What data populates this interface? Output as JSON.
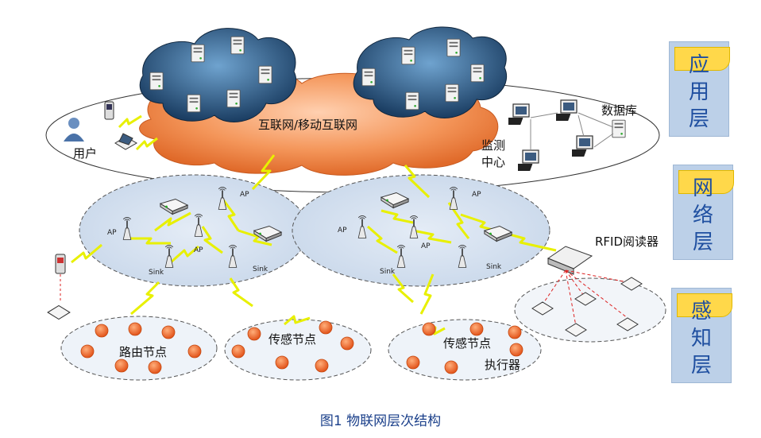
{
  "labels": {
    "internet": "互联网/移动互联网",
    "user": "用户",
    "database": "数据库",
    "monitor_line1": "监测",
    "monitor_line2": "中心",
    "rfid": "RFID阅读器",
    "route_node": "路由节点",
    "sensor_node_1": "传感节点",
    "sensor_node_2": "传感节点",
    "actuator": "执行器",
    "ap": "AP",
    "sink": "Sink"
  },
  "layers": [
    {
      "chars": [
        "应",
        "用",
        "层"
      ]
    },
    {
      "chars": [
        "网",
        "络",
        "层"
      ]
    },
    {
      "chars": [
        "感",
        "知",
        "层"
      ]
    }
  ],
  "caption": "图1  物联网层次结构",
  "colors": {
    "cloud": "#f4965a",
    "server_cloud": "#2c5f8a",
    "wireless_area": "#b7cbe2",
    "sensor_node": "#f06f2a",
    "layer_box": "#bcd0e8",
    "flag": "#ffd84a",
    "lightning": "#e8f000",
    "caption": "#1a3f8a"
  }
}
